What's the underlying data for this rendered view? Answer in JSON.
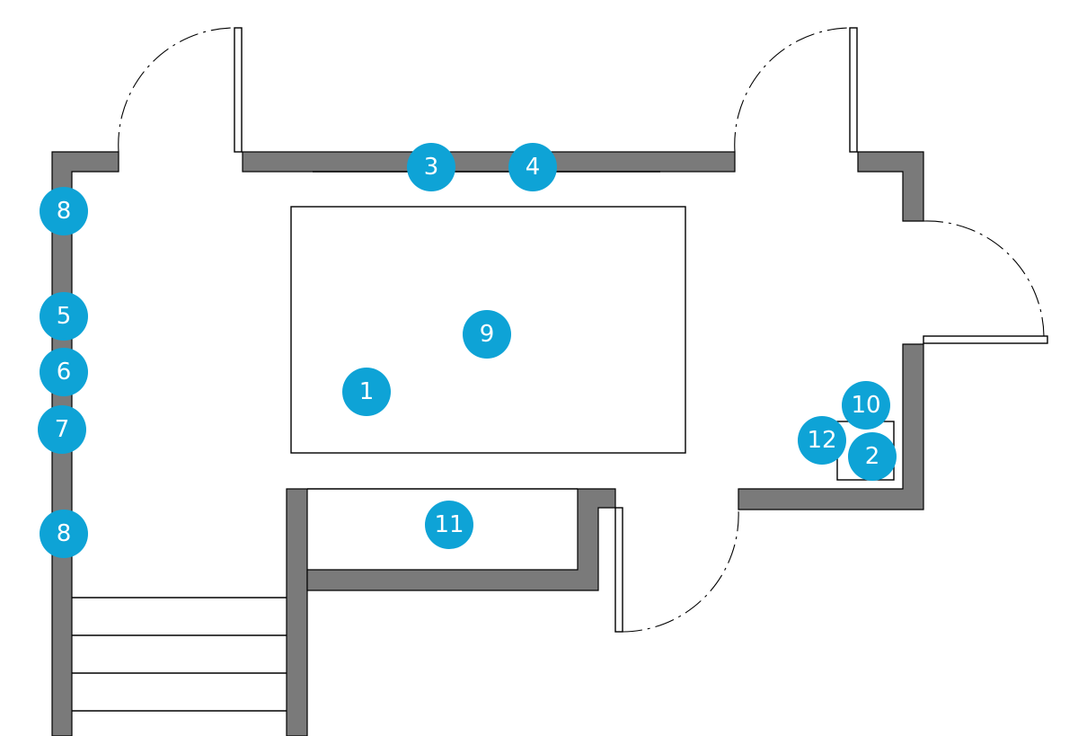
{
  "colors": {
    "marker": "#0ea3d6",
    "marker_text": "#ffffff",
    "wall": "#7a7a7a",
    "line": "#000000",
    "background": "#ffffff"
  },
  "markers": [
    {
      "label": "1"
    },
    {
      "label": "2"
    },
    {
      "label": "3"
    },
    {
      "label": "4"
    },
    {
      "label": "5"
    },
    {
      "label": "6"
    },
    {
      "label": "7"
    },
    {
      "label": "8"
    },
    {
      "label": "8"
    },
    {
      "label": "9"
    },
    {
      "label": "10"
    },
    {
      "label": "11"
    },
    {
      "label": "12"
    }
  ]
}
